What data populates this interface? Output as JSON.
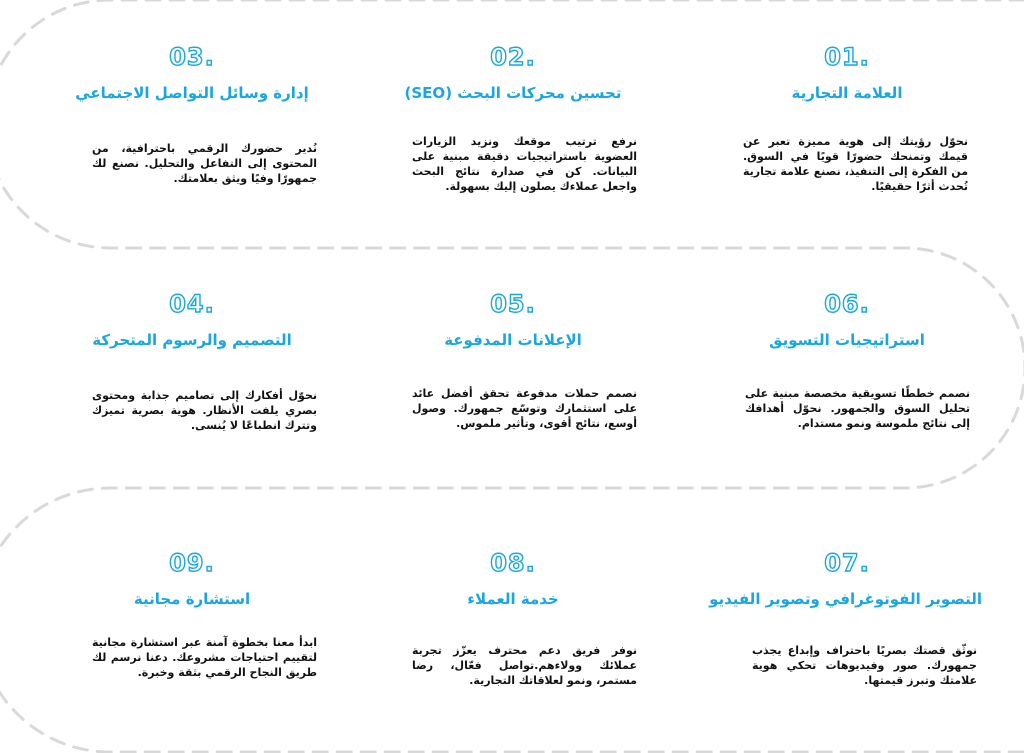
{
  "accent_color": "#1aa6de",
  "services": [
    {
      "number": "01.",
      "title": "العلامة التجارية",
      "description": "نحوّل رؤيتك إلى هوية مميزة تعبر عن قيمك وتمنحك حضورًا قويًا في السوق. من الفكرة إلى التنفيذ، نصنع علامة تجارية تُحدث أثرًا حقيقيًا."
    },
    {
      "number": "02.",
      "title": "تحسين محركات البحث (SEO)",
      "description": "نرفع ترتيب موقعك ونزيد الزيارات العضوية باستراتيجيات دقيقة مبنية على البيانات. كن في صدارة نتائج البحث واجعل عملاءك يصلون إليك بسهولة."
    },
    {
      "number": "03.",
      "title": "إدارة وسائل التواصل الاجتماعي",
      "description": "نُدير حضورك الرقمي باحترافية، من المحتوى إلى التفاعل والتحليل. نصنع لك جمهورًا وفيًا ويثق بعلامتك."
    },
    {
      "number": "04.",
      "title": "التصميم والرسوم المتحركة",
      "description": "نحوّل أفكارك إلى تصاميم جذابة ومحتوى بصري يلفت الأنظار. هوية بصرية تميزك وتترك انطباعًا لا يُنسى."
    },
    {
      "number": "05.",
      "title": "الإعلانات المدفوعة",
      "description": "نصمم حملات مدفوعة تحقق أفضل عائد على استثمارك وتوسّع جمهورك. وصول أوسع، نتائج أقوى، وتأثير ملموس."
    },
    {
      "number": "06.",
      "title": "استراتيجيات التسويق",
      "description": "نصمم خططًا تسويقية مخصصة مبنية على تحليل السوق والجمهور. نحوّل أهدافك إلى نتائج ملموسة ونمو مستدام."
    },
    {
      "number": "07.",
      "title": "التصوير الفوتوغرافي وتصوير الفيديو",
      "description": "نوثّق قصتك بصريًا باحتراف وإبداع يجذب جمهورك. صور وفيديوهات تحكي هوية علامتك وتبرز قيمتها."
    },
    {
      "number": "08.",
      "title": "خدمة العملاء",
      "description": "نوفر فريق دعم محترف يعزّز تجربة عملائك وولاءهم.تواصل فعّال، رضا مستمر، ونمو لعلاقاتك التجارية."
    },
    {
      "number": "09.",
      "title": "استشارة مجانية",
      "description": "ابدأ معنا بخطوة آمنة عبر استشارة مجانية لتقييم احتياجات مشروعك. دعنا نرسم لك طريق النجاح الرقمي بثقة وخبرة."
    }
  ]
}
